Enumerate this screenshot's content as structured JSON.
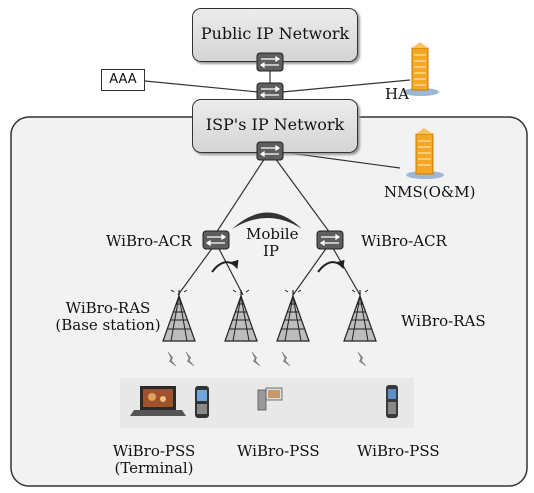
{
  "diagram": {
    "public_network": "Public IP Network",
    "isp_network": "ISP's IP Network",
    "aaa": "AAA",
    "ha": "HA",
    "nms": "NMS(O&M)",
    "acr_left": "WiBro-ACR",
    "acr_right": "WiBro-ACR",
    "mobile_ip_line1": "Mobile",
    "mobile_ip_line2": "IP",
    "ras_left_line1": "WiBro-RAS",
    "ras_left_line2": "(Base station)",
    "ras_right": "WiBro-RAS",
    "pss_left_line1": "WiBro-PSS",
    "pss_left_line2": "(Terminal)",
    "pss_middle": "WiBro-PSS",
    "pss_right": "WiBro-PSS"
  },
  "colors": {
    "box_fill": "#dcdcdc",
    "domain_fill": "#f2f2f2",
    "router_fill": "#666666",
    "server_orange": "#f5a623",
    "lightning": "#888888"
  }
}
